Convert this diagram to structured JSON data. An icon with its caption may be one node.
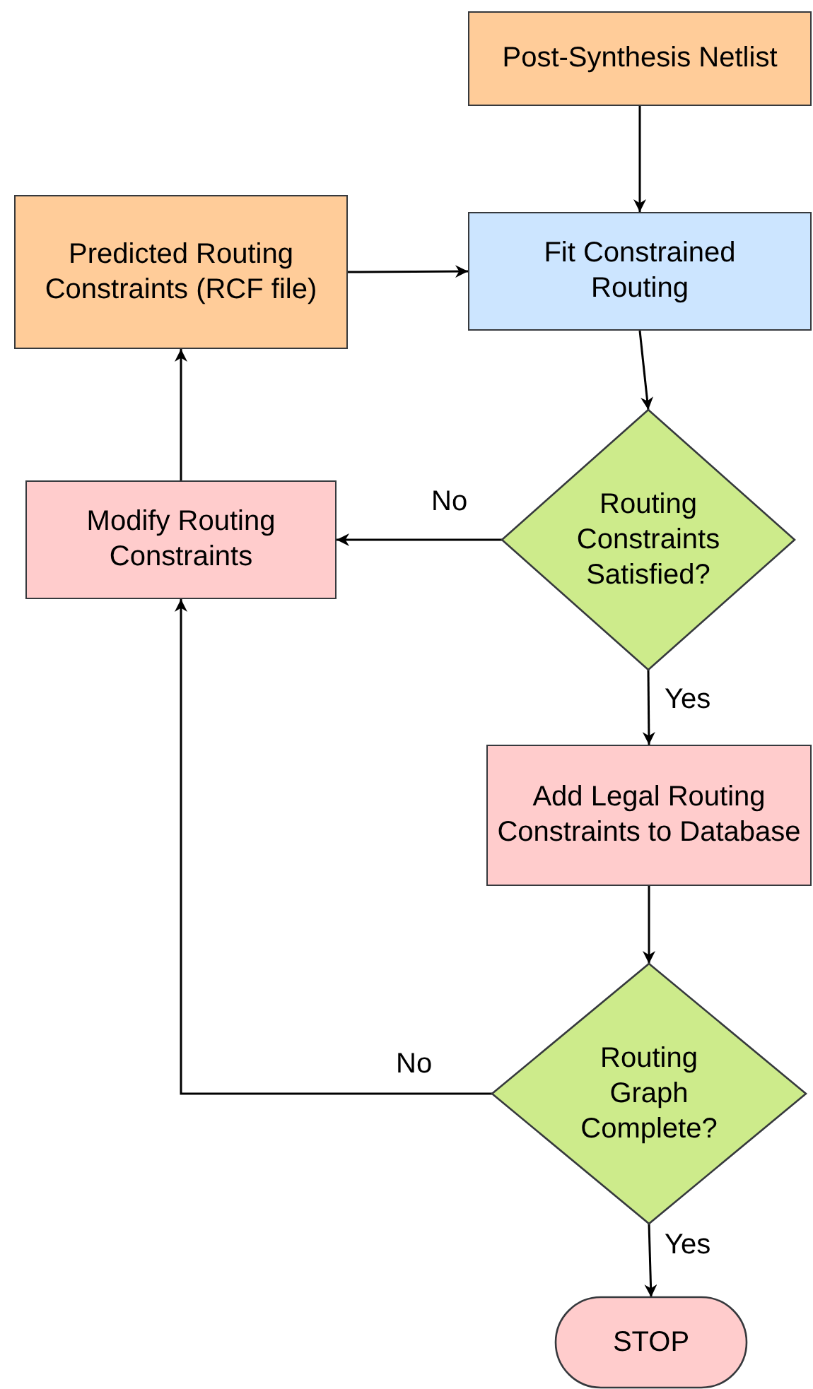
{
  "diagram": {
    "nodes": [
      {
        "text": [
          "Post-Synthesis Netlist"
        ]
      },
      {
        "text": [
          "Predicted Routing Constraints (RCF file)"
        ]
      },
      {
        "text": [
          "Fit Constrained Routing"
        ]
      },
      {
        "text": [
          "Routing Constraints Satisfied?"
        ]
      },
      {
        "text": [
          "Modify Routing Constraints"
        ]
      },
      {
        "text": [
          "Add Legal Routing Constraints to Database"
        ]
      },
      {
        "text": [
          "Routing Graph Complete?"
        ]
      },
      {
        "text": [
          "STOP"
        ]
      }
    ],
    "edges": [
      {
        "from": 0,
        "to": 2,
        "arrow": "to"
      },
      {
        "from": 1,
        "to": 2,
        "arrow": "to"
      },
      {
        "from": 2,
        "to": 3,
        "arrow": "to"
      },
      {
        "from": 3,
        "to": 4,
        "label": "No",
        "arrow": "to"
      },
      {
        "from": 4,
        "to": 1,
        "arrow": "to"
      },
      {
        "from": 3,
        "to": 5,
        "label": "Yes",
        "arrow": "to"
      },
      {
        "from": 5,
        "to": 6,
        "arrow": "to"
      },
      {
        "from": 6,
        "to": 4,
        "label": "No",
        "arrow": "to"
      },
      {
        "from": 6,
        "to": 7,
        "label": "Yes",
        "arrow": "to"
      }
    ]
  }
}
